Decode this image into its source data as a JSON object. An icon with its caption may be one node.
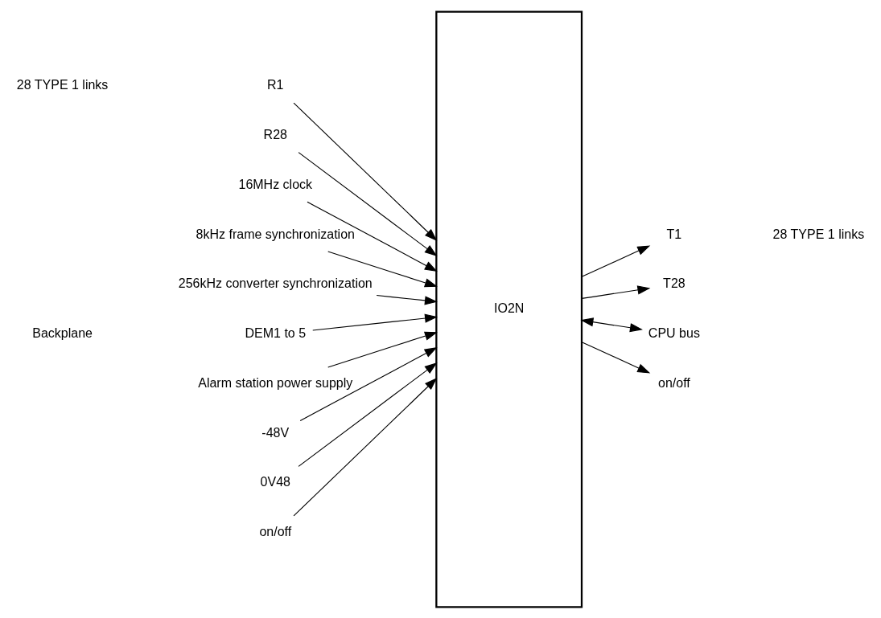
{
  "diagram": {
    "nodes": [
      {
        "text": [
          "IO2N"
        ]
      },
      {
        "text": [
          "R1"
        ]
      },
      {
        "text": [
          "T1"
        ]
      },
      {
        "text": [
          "R28"
        ]
      },
      {
        "text": [
          "T28"
        ]
      },
      {
        "text": [
          "16MHz clock"
        ]
      },
      {
        "text": [
          "8kHz frame synchronization"
        ]
      },
      {
        "text": [
          "256kHz converter synchronization"
        ]
      },
      {
        "text": [
          "DEM1 to 5"
        ]
      },
      {
        "text": [
          "CPU bus"
        ]
      },
      {
        "text": [
          "Alarm station power supply"
        ]
      },
      {
        "text": [
          "-48V"
        ]
      },
      {
        "text": [
          "0V48"
        ]
      },
      {
        "text": [
          "on/off"
        ]
      },
      {
        "text": [
          "on/off"
        ]
      }
    ],
    "edges": [
      {
        "from": 1,
        "to": 0,
        "arrow": "to"
      },
      {
        "from": 0,
        "to": 2,
        "arrow": "to"
      },
      {
        "from": 3,
        "to": 0,
        "arrow": "to"
      },
      {
        "from": 0,
        "to": 4,
        "arrow": "to"
      },
      {
        "from": 5,
        "to": 0,
        "arrow": "to"
      },
      {
        "from": 6,
        "to": 0,
        "arrow": "to"
      },
      {
        "from": 7,
        "to": 0,
        "arrow": "to"
      },
      {
        "from": 8,
        "to": 0,
        "arrow": "to"
      },
      {
        "from": 0,
        "to": 9,
        "arrow": "both"
      },
      {
        "from": 10,
        "to": 0,
        "arrow": "to"
      },
      {
        "from": 11,
        "to": 0,
        "arrow": "to"
      },
      {
        "from": 12,
        "to": 0,
        "arrow": "to"
      },
      {
        "from": 13,
        "to": 0,
        "arrow": "to"
      },
      {
        "from": 0,
        "to": 14,
        "arrow": "to"
      }
    ],
    "labels": [
      "28 TYPE 1 links",
      "28 TYPE 1 links",
      "Backplane"
    ]
  }
}
